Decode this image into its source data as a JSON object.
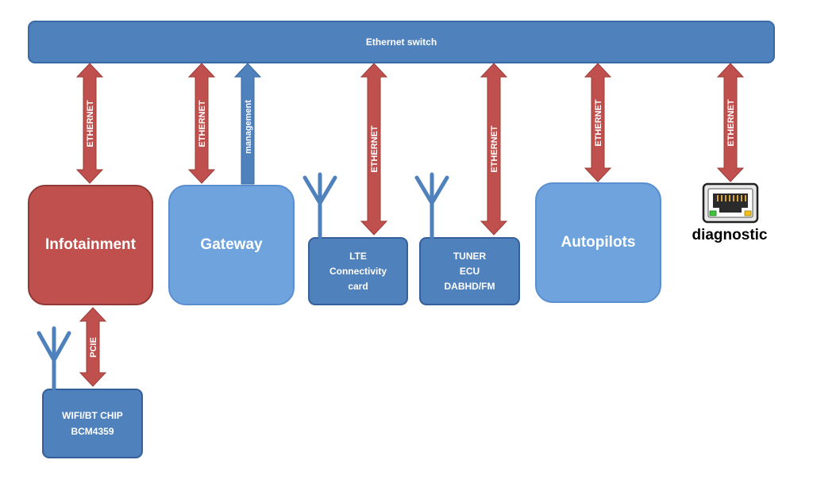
{
  "switch": {
    "label": "Ethernet switch"
  },
  "blocks": {
    "infotainment": "Infotainment",
    "gateway": "Gateway",
    "autopilots": "Autopilots",
    "lte": [
      "LTE",
      "Connectivity",
      "card"
    ],
    "tuner": [
      "TUNER",
      "ECU",
      "DABHD/FM"
    ],
    "wifi": [
      "WIFI/BT CHIP",
      "BCM4359"
    ]
  },
  "links": {
    "ethernet": "ETHERNET",
    "management": "management",
    "pcie": "PCIE"
  },
  "diagnostic": {
    "label": "diagnostic"
  },
  "colors": {
    "switch_blue": "#4f81bd",
    "light_blue": "#6fa3de",
    "infotainment_red": "#c0504d",
    "arrow_red": "#c0504d",
    "arrow_blue": "#4f81bd"
  }
}
